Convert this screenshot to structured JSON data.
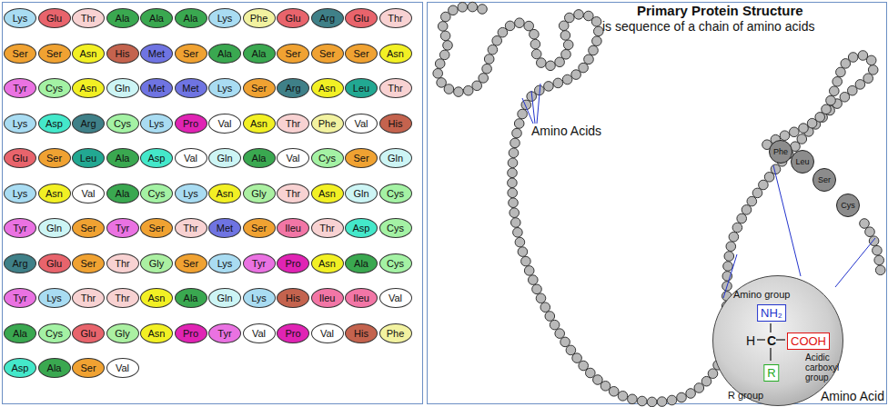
{
  "diagram": {
    "title": "Primary Protein Structure",
    "nodes": [
      {
        "text": [
          "Lys"
        ]
      },
      {
        "text": [
          "Glu"
        ]
      },
      {
        "text": [
          "Thr"
        ]
      },
      {
        "text": [
          "Ala"
        ]
      },
      {
        "text": [
          "Ala"
        ]
      },
      {
        "text": [
          "Ala"
        ]
      },
      {
        "text": [
          "Lys"
        ]
      },
      {
        "text": [
          "Phe"
        ]
      },
      {
        "text": [
          "Glu"
        ]
      },
      {
        "text": [
          "Arg"
        ]
      },
      {
        "text": [
          "Glu"
        ]
      },
      {
        "text": [
          "Thr"
        ]
      },
      {
        "text": [
          "Ser"
        ]
      },
      {
        "text": [
          "Ser"
        ]
      },
      {
        "text": [
          "Asn"
        ]
      },
      {
        "text": [
          "His"
        ]
      },
      {
        "text": [
          "Met"
        ]
      },
      {
        "text": [
          "Ser"
        ]
      },
      {
        "text": [
          "Ala"
        ]
      },
      {
        "text": [
          "Ala"
        ]
      },
      {
        "text": [
          "Ser"
        ]
      },
      {
        "text": [
          "Ser"
        ]
      },
      {
        "text": [
          "Ser"
        ]
      },
      {
        "text": [
          "Asn"
        ]
      },
      {
        "text": [
          "Tyr"
        ]
      },
      {
        "text": [
          "Cys"
        ]
      },
      {
        "text": [
          "Asn"
        ]
      },
      {
        "text": [
          "Gln"
        ]
      },
      {
        "text": [
          "Met"
        ]
      },
      {
        "text": [
          "Met"
        ]
      },
      {
        "text": [
          "Lys"
        ]
      },
      {
        "text": [
          "Ser"
        ]
      },
      {
        "text": [
          "Arg"
        ]
      },
      {
        "text": [
          "Asn"
        ]
      },
      {
        "text": [
          "Leu"
        ]
      },
      {
        "text": [
          "Thr"
        ]
      },
      {
        "text": [
          "Lys"
        ]
      },
      {
        "text": [
          "Asp"
        ]
      },
      {
        "text": [
          "Arg"
        ]
      },
      {
        "text": [
          "Cys"
        ]
      },
      {
        "text": [
          "Lys"
        ]
      },
      {
        "text": [
          "Pro"
        ]
      },
      {
        "text": [
          "Val"
        ]
      },
      {
        "text": [
          "Asn"
        ]
      },
      {
        "text": [
          "Thr"
        ]
      },
      {
        "text": [
          "Phe"
        ]
      },
      {
        "text": [
          "Val"
        ]
      },
      {
        "text": [
          "His"
        ]
      },
      {
        "text": [
          "Glu"
        ]
      },
      {
        "text": [
          "Ser"
        ]
      },
      {
        "text": [
          "Leu"
        ]
      },
      {
        "text": [
          "Ala"
        ]
      },
      {
        "text": [
          "Asp"
        ]
      },
      {
        "text": [
          "Val"
        ]
      },
      {
        "text": [
          "Gln"
        ]
      },
      {
        "text": [
          "Ala"
        ]
      },
      {
        "text": [
          "Val"
        ]
      },
      {
        "text": [
          "Cys"
        ]
      },
      {
        "text": [
          "Ser"
        ]
      },
      {
        "text": [
          "Gln"
        ]
      },
      {
        "text": [
          "Lys"
        ]
      },
      {
        "text": [
          "Asn"
        ]
      },
      {
        "text": [
          "Val"
        ]
      },
      {
        "text": [
          "Ala"
        ]
      },
      {
        "text": [
          "Cys"
        ]
      },
      {
        "text": [
          "Lys"
        ]
      },
      {
        "text": [
          "Asn"
        ]
      },
      {
        "text": [
          "Gly"
        ]
      },
      {
        "text": [
          "Thr"
        ]
      },
      {
        "text": [
          "Asn"
        ]
      },
      {
        "text": [
          "Gln"
        ]
      },
      {
        "text": [
          "Cys"
        ]
      },
      {
        "text": [
          "Tyr"
        ]
      },
      {
        "text": [
          "Gln"
        ]
      },
      {
        "text": [
          "Ser"
        ]
      },
      {
        "text": [
          "Tyr"
        ]
      },
      {
        "text": [
          "Ser"
        ]
      },
      {
        "text": [
          "Thr"
        ]
      },
      {
        "text": [
          "Met"
        ]
      },
      {
        "text": [
          "Ser"
        ]
      },
      {
        "text": [
          "Ileu"
        ]
      },
      {
        "text": [
          "Thr"
        ]
      },
      {
        "text": [
          "Asp"
        ]
      },
      {
        "text": [
          "Cys"
        ]
      },
      {
        "text": [
          "Arg"
        ]
      },
      {
        "text": [
          "Glu"
        ]
      },
      {
        "text": [
          "Ser"
        ]
      },
      {
        "text": [
          "Thr"
        ]
      },
      {
        "text": [
          "Gly"
        ]
      },
      {
        "text": [
          "Ser"
        ]
      },
      {
        "text": [
          "Lys"
        ]
      },
      {
        "text": [
          "Tyr"
        ]
      },
      {
        "text": [
          "Pro"
        ]
      },
      {
        "text": [
          "Asn"
        ]
      },
      {
        "text": [
          "Ala"
        ]
      },
      {
        "text": [
          "Cys"
        ]
      },
      {
        "text": [
          "Tyr"
        ]
      },
      {
        "text": [
          "Lys"
        ]
      },
      {
        "text": [
          "Thr"
        ]
      },
      {
        "text": [
          "Thr"
        ]
      },
      {
        "text": [
          "Asn"
        ]
      },
      {
        "text": [
          "Ala"
        ]
      },
      {
        "text": [
          "Gln"
        ]
      },
      {
        "text": [
          "Lys"
        ]
      },
      {
        "text": [
          "His"
        ]
      },
      {
        "text": [
          "Ileu"
        ]
      },
      {
        "text": [
          "Ileu"
        ]
      },
      {
        "text": [
          "Val"
        ]
      },
      {
        "text": [
          "Ala"
        ]
      },
      {
        "text": [
          "Cys"
        ]
      },
      {
        "text": [
          "Glu"
        ]
      },
      {
        "text": [
          "Gly"
        ]
      },
      {
        "text": [
          "Asn"
        ]
      },
      {
        "text": [
          "Pro"
        ]
      },
      {
        "text": [
          "Tyr"
        ]
      },
      {
        "text": [
          "Val"
        ]
      },
      {
        "text": [
          "Pro"
        ]
      },
      {
        "text": [
          "Val"
        ]
      },
      {
        "text": [
          "His"
        ]
      },
      {
        "text": [
          "Phe"
        ]
      },
      {
        "text": [
          "Asp"
        ]
      },
      {
        "text": [
          "Ala"
        ]
      },
      {
        "text": [
          "Ser"
        ]
      },
      {
        "text": [
          "Val"
        ]
      },
      {
        "text": [
          "Phe"
        ]
      },
      {
        "text": [
          "Leu"
        ]
      },
      {
        "text": [
          "Ser"
        ]
      },
      {
        "text": [
          "Cys"
        ]
      },
      {
        "text": [
          "Amino group",
          "H",
          "C",
          "Acidic carboxyl group",
          "R group"
        ]
      },
      {
        "text": [
          "NH₂"
        ],
        "in": 128
      },
      {
        "text": [
          "COOH"
        ],
        "in": 128
      },
      {
        "text": [
          "R"
        ],
        "in": 128
      }
    ],
    "labels": [
      "is sequence of a chain of amino acids",
      "Amino Acids",
      "Amino Acid"
    ]
  }
}
